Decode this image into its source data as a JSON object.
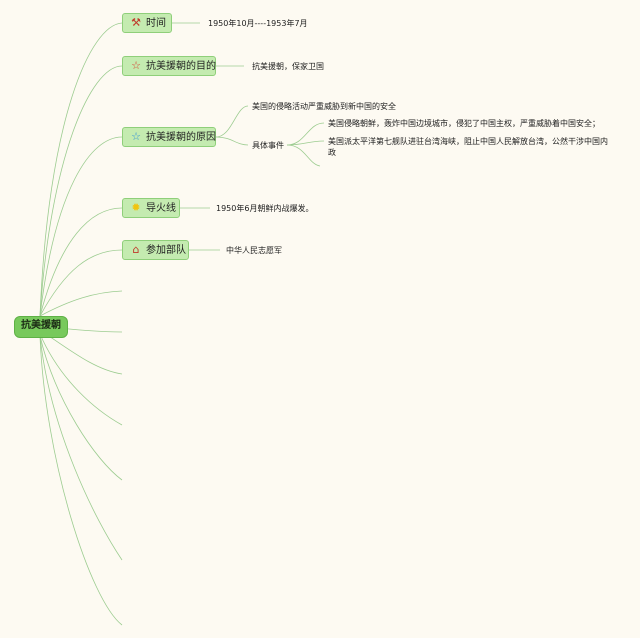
{
  "root": {
    "label": "抗美援朝"
  },
  "branches": [
    {
      "label": "时间",
      "icon": "hammer-icon",
      "detail": "1950年10月----1953年7月"
    },
    {
      "label": "抗美援朝的目的",
      "icon": "star-outline-red-icon",
      "detail": "抗美援朝，保家卫国"
    },
    {
      "label": "抗美援朝的原因",
      "icon": "star-outline-blue-icon",
      "detail": "美国的侵略活动严重威胁到新中国的安全",
      "sub": {
        "label": "具体事件",
        "items": [
          "美国侵略朝鲜，轰炸中国边境城市，侵犯了中国主权，严重威胁着中国安全；",
          "美国派太平洋第七舰队进驻台湾海峡，阻止中国人民解放台湾，公然干涉中国内",
          "政"
        ]
      }
    },
    {
      "label": "导火线",
      "icon": "sun-icon",
      "detail": "1950年6月朝鲜内战爆发。"
    },
    {
      "label": "参加部队",
      "icon": "house-icon",
      "detail": "中华人民志愿军"
    }
  ],
  "colors": {
    "connector": "#9ccc90",
    "node_fill": "#c4ebb0",
    "root_fill": "#78c95c"
  }
}
